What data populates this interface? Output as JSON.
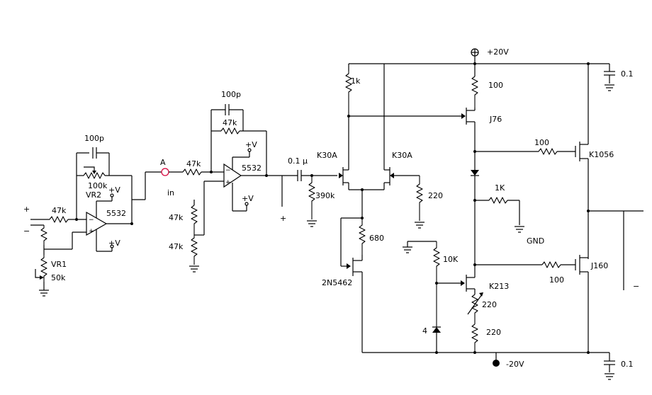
{
  "labels": {
    "plus_in": "+",
    "minus_in": "−",
    "r_in": "47k",
    "vr1": "VR1",
    "vr1_val": "50k",
    "c1": "100p",
    "vr2_val": "100k",
    "vr2": "VR2",
    "u1": "5532",
    "u1_vp": "+V",
    "u1_vn": "+V",
    "node_a": "A",
    "r2": "47k",
    "c2": "100p",
    "r3": "47k",
    "u2": "5532",
    "u2_vp": "+V",
    "u2_vn": "+V",
    "in": "in",
    "r4": "47k",
    "r5": "47k",
    "c3": "0.1 μ",
    "plus_mid": "+",
    "q1": "K30A",
    "q2": "K30A",
    "r6": "390k",
    "r7": "1k",
    "r8": "220",
    "r9": "680",
    "q3": "2N5462",
    "vcc": "+20V",
    "r10": "100",
    "q4": "J76",
    "r11": "100",
    "q5": "K1056",
    "r12": "1K",
    "gnd": "GND",
    "r13": "10K",
    "q6": "K213",
    "r14": "220",
    "r15": "220",
    "d1": "4",
    "r16": "100",
    "q7": "J160",
    "c4": "0.1",
    "c5": "0.1",
    "vee": "-20V",
    "out_minus": "−"
  }
}
